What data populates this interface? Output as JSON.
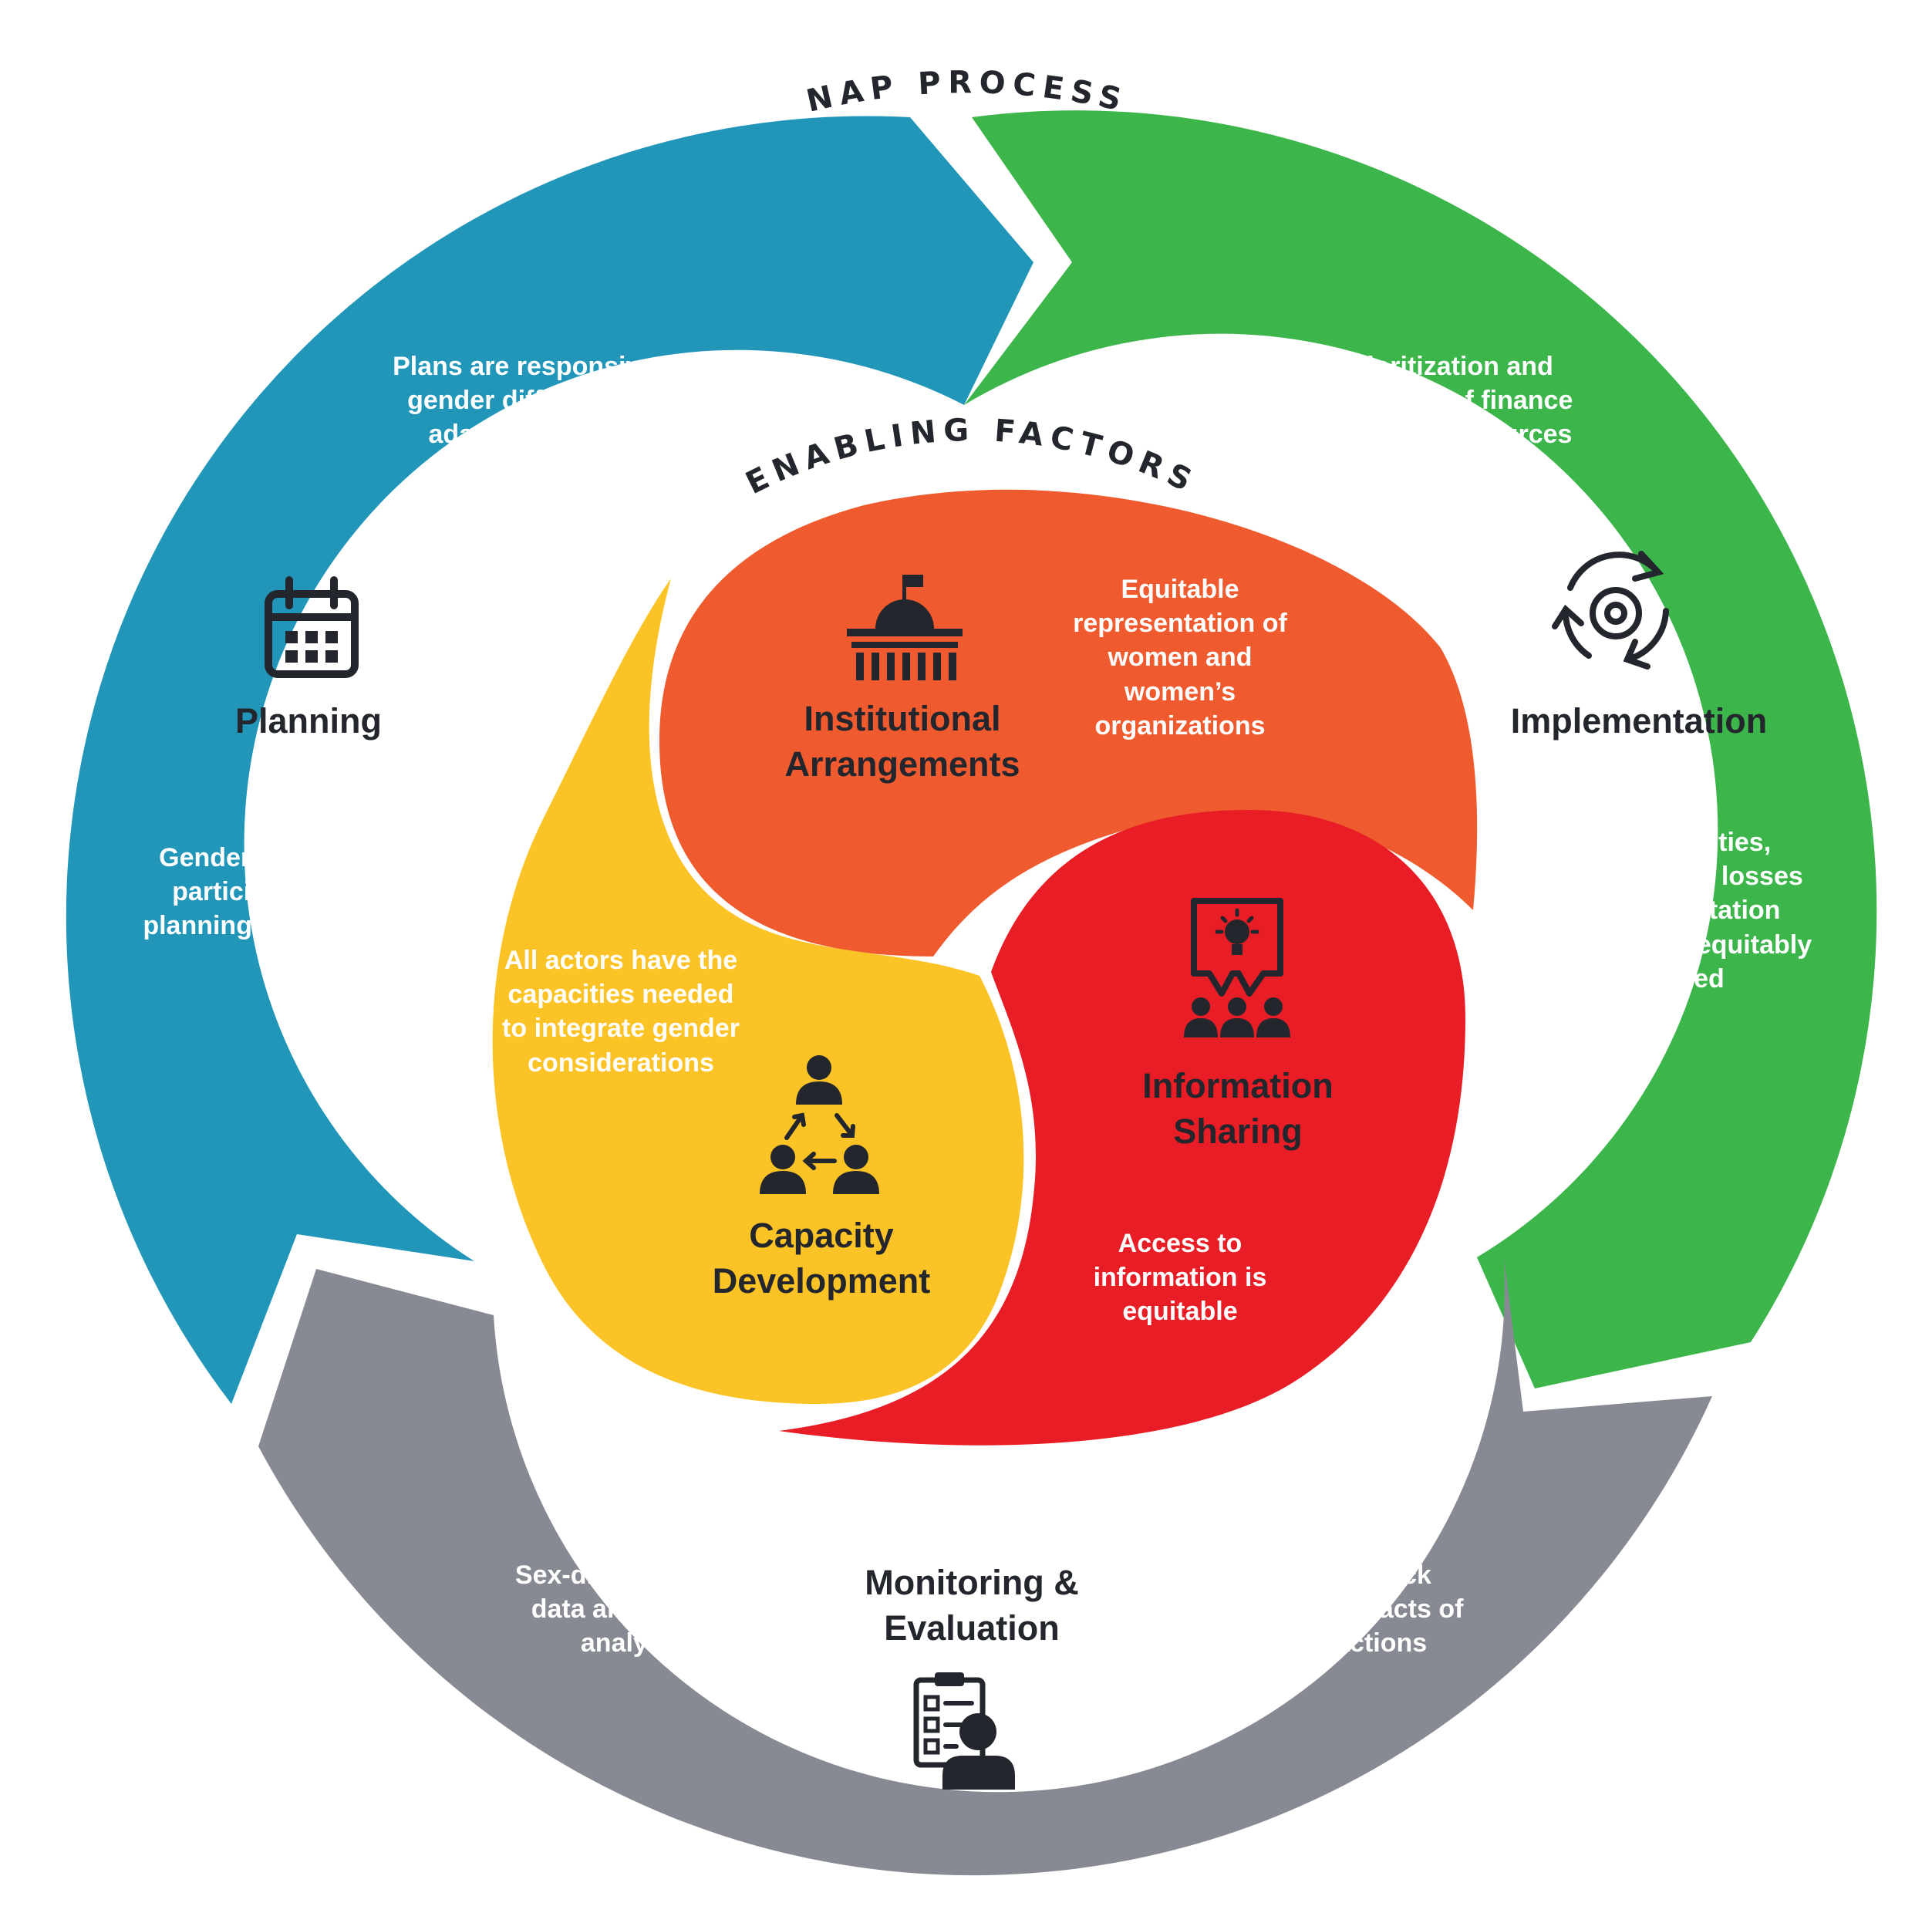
{
  "outer_title": "NAP PROCESS",
  "inner_title": "ENABLING FACTORS",
  "colors": {
    "planning": "#2196b9",
    "implementation": "#3cb54a",
    "monitoring": "#878a93",
    "institutional": "#ef5a2e",
    "information": "#e81d25",
    "capacity": "#fbc325",
    "ink": "#23262d"
  },
  "process": {
    "planning": {
      "label": "Planning",
      "icon": "calendar-icon",
      "top_text": "Plans are responsive to gender differences in  adaptation needs, opportunities and capacities",
      "bottom_text": "Gender-balanced participation in planning processes"
    },
    "implementation": {
      "label": "Implementation",
      "icon": "cycle-gear-icon",
      "top_text": "Prioritization and allocation of finance and other resources are gender-responsive",
      "bottom_text": "Opportunities, benefits and losses from adaptation actions are equitably shared"
    },
    "monitoring": {
      "label": "Monitoring & Evaluation",
      "icon": "checklist-person-icon",
      "left_text": "Sex-disaggregated data and gender analysis",
      "right_text": "M&E systems track differentiated impacts of adaptation actions"
    }
  },
  "enabling": {
    "institutional": {
      "label": "Institutional Arrangements",
      "icon": "government-building-icon",
      "text": "Equitable representation of women and women’s organizations"
    },
    "information": {
      "label": "Information Sharing",
      "icon": "presentation-idea-icon",
      "text": "Access to information is equitable"
    },
    "capacity": {
      "label": "Capacity Development",
      "icon": "team-network-icon",
      "text": "All actors have the capacities needed to integrate gender considerations"
    }
  }
}
